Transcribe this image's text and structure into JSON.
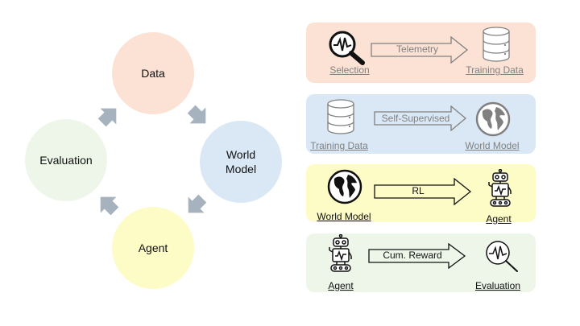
{
  "cycle": {
    "nodes": [
      {
        "label": "Data",
        "color": "#fbe2d5"
      },
      {
        "label_line1": "World",
        "label_line2": "Model",
        "color": "#dae8f6"
      },
      {
        "label": "Agent",
        "color": "#fdfbc6"
      },
      {
        "label": "Evaluation",
        "color": "#eef6ea"
      }
    ],
    "arrow_color": "#a6b3bf"
  },
  "panels": [
    {
      "source": "Selection",
      "arrow": "Telemetry",
      "target": "Training Data",
      "color": "#fbe2d5",
      "text_color": "#808080",
      "source_icon": "magnifier-waveform-icon",
      "target_icon": "database-icon"
    },
    {
      "source": "Training Data",
      "arrow": "Self-Supervised",
      "target": "World Model",
      "color": "#dae8f6",
      "text_color": "#808080",
      "source_icon": "database-icon",
      "target_icon": "globe-icon"
    },
    {
      "source": "World Model",
      "arrow": "RL",
      "target": "Agent",
      "color": "#fdfbc6",
      "text_color": "#111111",
      "source_icon": "globe-icon",
      "target_icon": "robot-icon"
    },
    {
      "source": "Agent",
      "arrow": "Cum. Reward",
      "target": "Evaluation",
      "color": "#eef6ea",
      "text_color": "#111111",
      "source_icon": "robot-icon",
      "target_icon": "magnifier-waveform-icon"
    }
  ]
}
